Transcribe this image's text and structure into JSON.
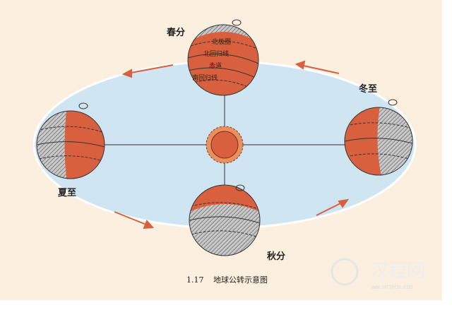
{
  "figure": {
    "caption_number": "1.17",
    "caption_title": "地球公转示意图",
    "positions": {
      "spring_equinox": "春分",
      "winter_solstice": "冬至",
      "summer_solstice": "夏至",
      "autumn_equinox": "秋分"
    },
    "globe_lines": {
      "arctic_circle": "北极圈",
      "tropic_of_cancer": "北回归线",
      "equator": "赤道",
      "tropic_of_capricorn": "南回归线"
    }
  },
  "watermark": {
    "brand": "汉程网",
    "url": "WWW.HTTPCN.COM"
  },
  "colors": {
    "background": "#fbf0df",
    "lit": "#d9603f",
    "orbit": "#ffffff",
    "arrow": "#d9603f",
    "sun": "#d9603f"
  }
}
